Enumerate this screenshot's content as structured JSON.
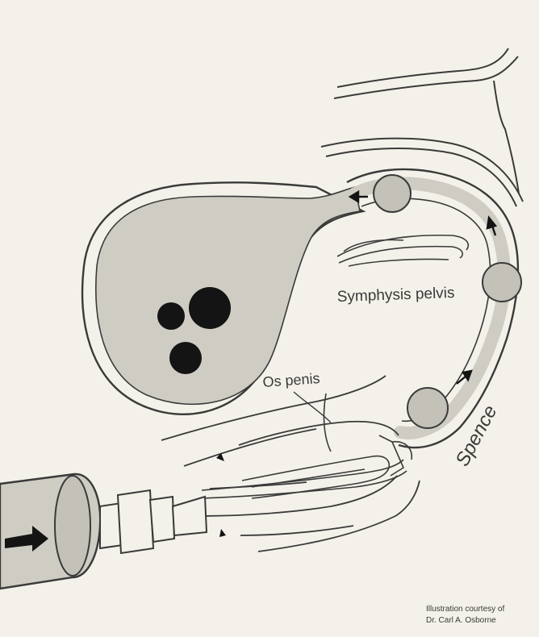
{
  "labels": {
    "symphysis": "Symphysis pelvis",
    "os_penis": "Os penis",
    "signature": "Spence",
    "credit_line1": "Illustration courtesy of",
    "credit_line2": "Dr. Carl A. Osborne"
  },
  "colors": {
    "background": "#f3f1e9",
    "ink": "#3a3a3a",
    "organ_fill": "#cfccc4",
    "stone_fill": "#c4c1b9",
    "calculi": "#141414"
  }
}
